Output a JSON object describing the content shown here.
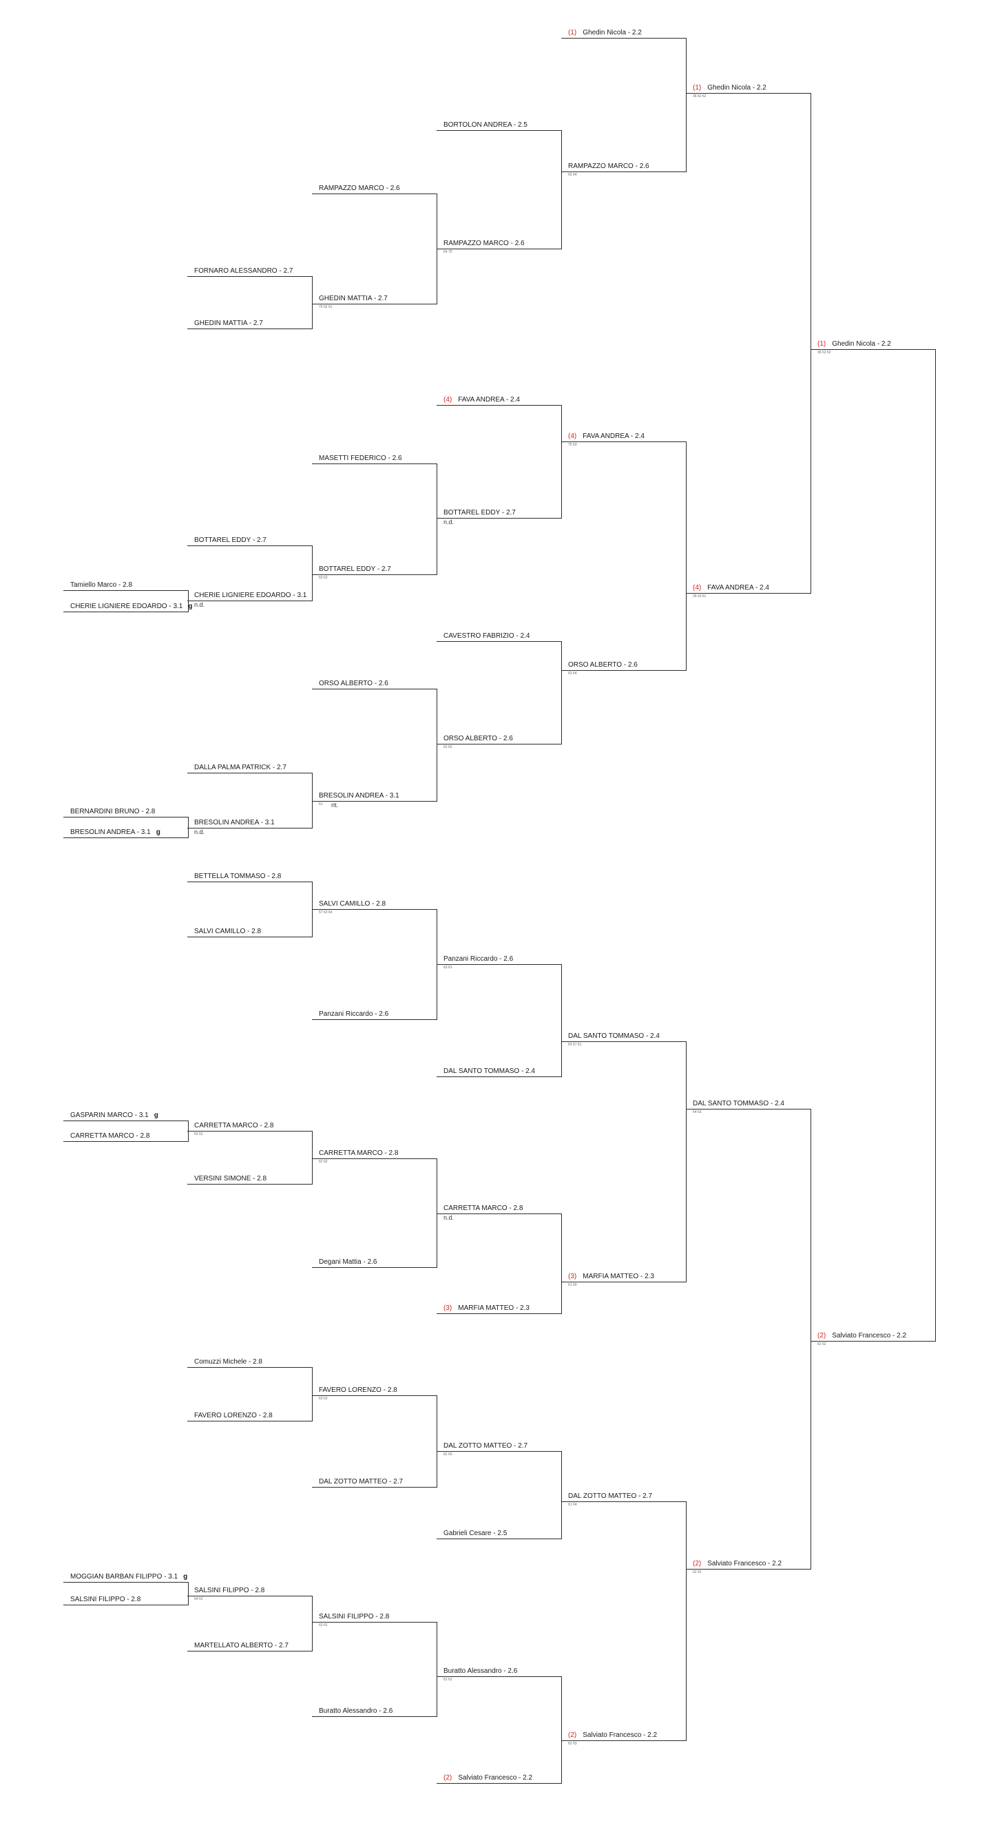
{
  "bracket": {
    "rounds": [
      [
        {
          "name": "Tamiello Marco - 2.8"
        },
        {
          "name": "CHERIE LIGNIERE EDOARDO - 3.1",
          "mark": "g"
        },
        {
          "name": "BERNARDINI BRUNO - 2.8"
        },
        {
          "name": "BRESOLIN ANDREA - 3.1",
          "mark": "g"
        },
        {
          "name": "GASPARIN MARCO - 3.1",
          "mark": "g"
        },
        {
          "name": "CARRETTA MARCO - 2.8"
        },
        {
          "name": "MOGGIAN BARBAN FILIPPO - 3.1",
          "mark": "g"
        },
        {
          "name": "SALSINI FILIPPO - 2.8"
        }
      ],
      [
        {
          "name": "FORNARO ALESSANDRO - 2.7"
        },
        {
          "name": "GHEDIN MATTIA - 2.7"
        },
        {
          "name": "BOTTAREL EDDY - 2.7"
        },
        {
          "name": "CHERIE LIGNIERE EDOARDO - 3.1",
          "note": "n.d."
        },
        {
          "name": "DALLA PALMA PATRICK - 2.7"
        },
        {
          "name": "BRESOLIN ANDREA - 3.1",
          "note": "n.d."
        },
        {
          "name": "BETTELLA TOMMASO - 2.8"
        },
        {
          "name": "SALVI CAMILLO - 2.8"
        },
        {
          "name": "CARRETTA MARCO - 2.8",
          "score": "63 62"
        },
        {
          "name": "VERSINI SIMONE - 2.8"
        },
        {
          "name": "Comuzzi Michele - 2.8"
        },
        {
          "name": "FAVERO LORENZO - 2.8"
        },
        {
          "name": "SALSINI FILIPPO - 2.8",
          "score": "64 62"
        },
        {
          "name": "MARTELLATO ALBERTO - 2.7"
        }
      ],
      [
        {
          "name": "RAMPAZZO MARCO - 2.6"
        },
        {
          "name": "GHEDIN MATTIA - 2.7",
          "score": "75 62 61"
        },
        {
          "name": "MASETTI FEDERICO - 2.6"
        },
        {
          "name": "BOTTAREL EDDY - 2.7",
          "score": "63 62"
        },
        {
          "name": "ORSO ALBERTO - 2.6"
        },
        {
          "name": "BRESOLIN ANDREA - 3.1",
          "score": "61",
          "note": "rit."
        },
        {
          "name": "SALVI CAMILLO - 2.8",
          "score": "57 63 64"
        },
        {
          "name": "Panzani Riccardo - 2.6"
        },
        {
          "name": "CARRETTA MARCO - 2.8",
          "score": "62 62"
        },
        {
          "name": "Degani Mattia - 2.6"
        },
        {
          "name": "FAVERO LORENZO - 2.8",
          "score": "63 62"
        },
        {
          "name": "DAL ZOTTO MATTEO - 2.7"
        },
        {
          "name": "SALSINI FILIPPO - 2.8",
          "score": "63 62"
        },
        {
          "name": "Buratto Alessandro - 2.6"
        }
      ],
      [
        {
          "name": "BORTOLON ANDREA - 2.5"
        },
        {
          "name": "RAMPAZZO MARCO - 2.6",
          "score": "64 75"
        },
        {
          "name": "FAVA ANDREA - 2.4",
          "seed": "(4)"
        },
        {
          "name": "BOTTAREL EDDY - 2.7",
          "note": "n.d."
        },
        {
          "name": "CAVESTRO FABRIZIO - 2.4"
        },
        {
          "name": "ORSO ALBERTO - 2.6",
          "score": "62 62"
        },
        {
          "name": "Panzani Riccardo - 2.6",
          "score": "63 61"
        },
        {
          "name": "DAL SANTO TOMMASO - 2.4"
        },
        {
          "name": "CARRETTA MARCO - 2.8",
          "note": "n.d."
        },
        {
          "name": "MARFIA MATTEO - 2.3",
          "seed": "(3)"
        },
        {
          "name": "DAL ZOTTO MATTEO - 2.7",
          "score": "62 63"
        },
        {
          "name": "Gabrieli Cesare - 2.5"
        },
        {
          "name": "Buratto Alessandro - 2.6",
          "score": "61 61"
        },
        {
          "name": "Salviato Francesco - 2.2",
          "seed": "(2)"
        }
      ],
      [
        {
          "name": "Ghedin Nicola - 2.2",
          "seed": "(1)"
        },
        {
          "name": "RAMPAZZO MARCO - 2.6",
          "score": "63 64"
        },
        {
          "name": "FAVA ANDREA - 2.4",
          "seed": "(4)",
          "score": "75 63"
        },
        {
          "name": "ORSO ALBERTO - 2.6",
          "score": "63 64"
        },
        {
          "name": "DAL SANTO TOMMASO - 2.4",
          "score": "63 57 61"
        },
        {
          "name": "MARFIA MATTEO - 2.3",
          "seed": "(3)",
          "score": "61 60"
        },
        {
          "name": "DAL ZOTTO MATTEO - 2.7",
          "score": "61 64"
        },
        {
          "name": "Salviato Francesco - 2.2",
          "seed": "(2)",
          "score": "62 63"
        }
      ],
      [
        {
          "name": "Ghedin Nicola - 2.2",
          "seed": "(1)",
          "score": "36 62 62"
        },
        {
          "name": "FAVA ANDREA - 2.4",
          "seed": "(4)",
          "score": "26 63 61"
        },
        {
          "name": "DAL SANTO TOMMASO - 2.4",
          "score": "64 63"
        },
        {
          "name": "Salviato Francesco - 2.2",
          "seed": "(2)",
          "score": "62 62"
        }
      ],
      [
        {
          "name": "Ghedin Nicola - 2.2",
          "seed": "(1)",
          "score": "36 62 62"
        },
        {
          "name": "Salviato Francesco - 2.2",
          "seed": "(2)",
          "score": "62 62"
        }
      ]
    ]
  }
}
